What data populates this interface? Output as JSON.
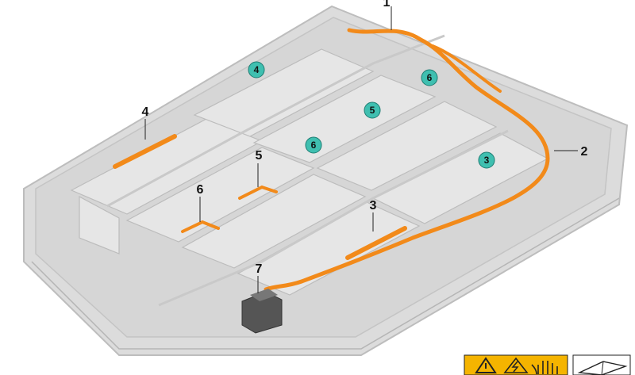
{
  "colors": {
    "tray_fill": "#dcdcdc",
    "tray_edge": "#bdbdbd",
    "module_fill": "#e7e7e7",
    "cable": "#f28a1a",
    "cable_dark": "#c86a0a",
    "badge": "#3fbfb0",
    "warning": "#f5b400"
  },
  "callouts": [
    {
      "label": "1"
    },
    {
      "label": "2"
    },
    {
      "label": "3"
    },
    {
      "label": "4"
    },
    {
      "label": "5"
    },
    {
      "label": "6"
    },
    {
      "label": "7"
    }
  ],
  "badges": [
    {
      "label": "4"
    },
    {
      "label": "5"
    },
    {
      "label": "6"
    },
    {
      "label": "6"
    },
    {
      "label": "3"
    }
  ],
  "warning_icons": [
    "warning-triangle-icon",
    "electrical-hazard-icon",
    "protective-glove-icon"
  ],
  "document_icon": "repair-manual-icon"
}
